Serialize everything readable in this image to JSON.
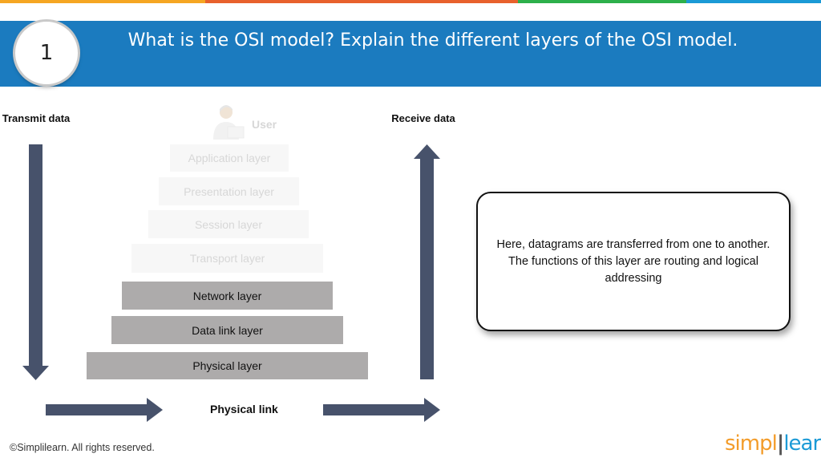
{
  "slide": {
    "number": "1",
    "title": "What is the OSI model? Explain the different layers of the OSI model.",
    "colors": {
      "header": "#1b7bbf",
      "arrow": "#47526b",
      "layer_active": "#adabab",
      "layer_faded": "#f7f7f7",
      "strip": [
        "#f5a623",
        "#e8612c",
        "#2db04b",
        "#1b9ad6"
      ]
    }
  },
  "diagram": {
    "transmit_label": "Transmit data",
    "receive_label": "Receive data",
    "user_label": "User",
    "user_icon": "user-icon",
    "layers": [
      {
        "name": "Application layer",
        "state": "faded"
      },
      {
        "name": "Presentation layer",
        "state": "faded"
      },
      {
        "name": "Session layer",
        "state": "faded"
      },
      {
        "name": "Transport layer",
        "state": "faded"
      },
      {
        "name": "Network layer",
        "state": "active"
      },
      {
        "name": "Data link layer",
        "state": "active"
      },
      {
        "name": "Physical layer",
        "state": "active"
      }
    ],
    "physical_link_label": "Physical link"
  },
  "info_box": {
    "text": "Here, datagrams are transferred from one to another. The functions of this layer are routing and logical addressing"
  },
  "footer": {
    "copyright": "©Simplilearn. All rights reserved.",
    "logo_part1": "simpl",
    "logo_part2": "learn"
  }
}
